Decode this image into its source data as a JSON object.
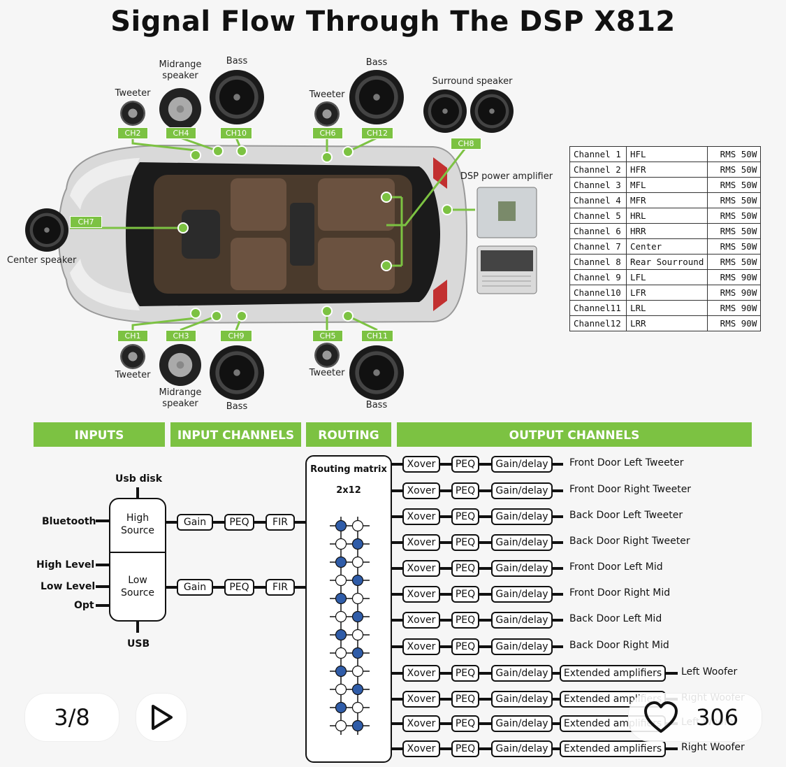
{
  "title": "Signal Flow Through The DSP X812",
  "car_diagram": {
    "top_labels": {
      "tweeter_left": "Tweeter",
      "midrange_left": "Midrange\nspeaker",
      "bass_left": "Bass",
      "tweeter_right": "Tweeter",
      "bass_right": "Bass",
      "surround": "Surround speaker"
    },
    "bottom_labels": {
      "tweeter_left": "Tweeter",
      "midrange_left": "Midrange\nspeaker",
      "bass_left": "Bass",
      "tweeter_right": "Tweeter",
      "bass_right": "Bass"
    },
    "center_label": "Center speaker",
    "amp_label": "DSP power amplifier",
    "channel_tags": {
      "ch2": "CH2",
      "ch4": "CH4",
      "ch10": "CH10",
      "ch6": "CH6",
      "ch12": "CH12",
      "ch8": "CH8",
      "ch7": "CH7",
      "ch1": "CH1",
      "ch3": "CH3",
      "ch9": "CH9",
      "ch5": "CH5",
      "ch11": "CH11"
    }
  },
  "channel_table": [
    {
      "channel": "Channel 1",
      "pos": "HFL",
      "rms": "RMS 50W"
    },
    {
      "channel": "Channel 2",
      "pos": "HFR",
      "rms": "RMS 50W"
    },
    {
      "channel": "Channel 3",
      "pos": "MFL",
      "rms": "RMS 50W"
    },
    {
      "channel": "Channel 4",
      "pos": "MFR",
      "rms": "RMS 50W"
    },
    {
      "channel": "Channel 5",
      "pos": "HRL",
      "rms": "RMS 50W"
    },
    {
      "channel": "Channel 6",
      "pos": "HRR",
      "rms": "RMS 50W"
    },
    {
      "channel": "Channel 7",
      "pos": "Center",
      "rms": "RMS 50W"
    },
    {
      "channel": "Channel 8",
      "pos": "Rear Sourround",
      "rms": "RMS 50W"
    },
    {
      "channel": "Channel 9",
      "pos": "LFL",
      "rms": "RMS 90W"
    },
    {
      "channel": "Channel10",
      "pos": "LFR",
      "rms": "RMS 90W"
    },
    {
      "channel": "Channel11",
      "pos": "LRL",
      "rms": "RMS 90W"
    },
    {
      "channel": "Channel12",
      "pos": "LRR",
      "rms": "RMS 90W"
    }
  ],
  "section_headers": {
    "inputs": "INPUTS",
    "input_channels": "INPUT CHANNELS",
    "routing": "ROUTING",
    "output_channels": "OUTPUT CHANNELS"
  },
  "inputs": {
    "usb_disk": "Usb disk",
    "bluetooth": "Bluetooth",
    "high_level": "High Level",
    "low_level": "Low Level",
    "opt": "Opt",
    "usb": "USB",
    "high_source": "High\nSource",
    "low_source": "Low\nSource"
  },
  "input_chain": {
    "gain": "Gain",
    "peq": "PEQ",
    "fir": "FIR"
  },
  "routing": {
    "title": "Routing matrix",
    "size": "2x12"
  },
  "output_chain": {
    "xover": "Xover",
    "peq": "PEQ",
    "gain_delay": "Gain/delay",
    "ext": "Extended amplifiers"
  },
  "outputs": [
    {
      "name": "Front Door Left Tweeter",
      "ext": false
    },
    {
      "name": "Front Door Right Tweeter",
      "ext": false
    },
    {
      "name": "Back Door Left Tweeter",
      "ext": false
    },
    {
      "name": "Back Door Right Tweeter",
      "ext": false
    },
    {
      "name": "Front Door Left Mid",
      "ext": false
    },
    {
      "name": "Front Door Right Mid",
      "ext": false
    },
    {
      "name": "Back Door Left Mid",
      "ext": false
    },
    {
      "name": "Back Door Right Mid",
      "ext": false
    },
    {
      "name": "Left Woofer",
      "ext": true
    },
    {
      "name": "Right Woofer",
      "ext": true
    },
    {
      "name": "Left Woofer",
      "ext": true
    },
    {
      "name": "Right Woofer",
      "ext": true
    }
  ],
  "overlay": {
    "pager": "3/8",
    "play_icon": "play-icon",
    "heart_icon": "heart-icon",
    "likes": "306"
  }
}
